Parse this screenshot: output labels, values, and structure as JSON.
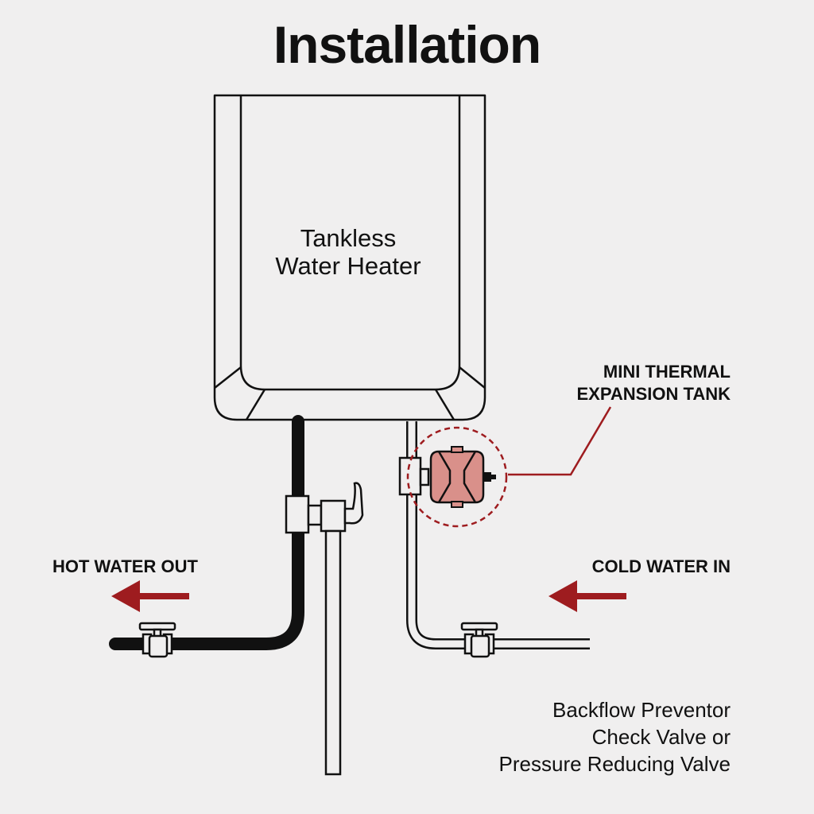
{
  "title": "Installation",
  "heater": {
    "line1": "Tankless",
    "line2": "Water Heater"
  },
  "hot_water_label": "HOT WATER OUT",
  "cold_water_label": "COLD WATER IN",
  "tank_label": {
    "line1": "MINI THERMAL",
    "line2": "EXPANSION TANK"
  },
  "valve_label": {
    "line1": "Backflow Preventor",
    "line2": "Check Valve or",
    "line3": "Pressure Reducing Valve"
  },
  "colors": {
    "accent": "#9e1c1f",
    "tank_fill": "#d9908a",
    "background": "#f0efef",
    "stroke": "#111111"
  }
}
